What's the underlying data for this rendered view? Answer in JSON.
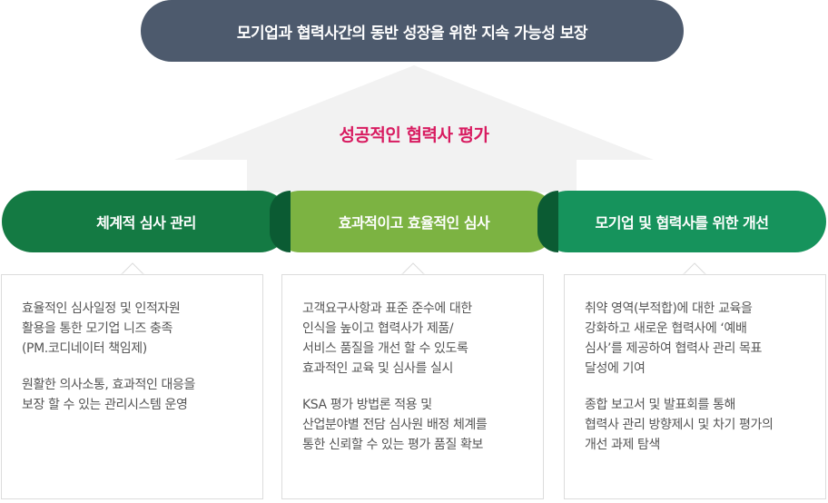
{
  "banner": {
    "text": "모기업과 협력사간의 동반 성장을 위한 지속 가능성 보장"
  },
  "center_title": "성공적인 협력사 평가",
  "pillars": [
    {
      "label": "체계적 심사 관리",
      "paragraphs": [
        "효율적인 심사일정 및 인적자원\n활용을 통한 모기업 니즈 충족\n(PM.코디네이터 책임제)",
        "원활한 의사소통, 효과적인 대응을\n보장 할 수 있는 관리시스템  운영"
      ]
    },
    {
      "label": "효과적이고 효율적인 심사",
      "paragraphs": [
        "고객요구사항과 표준 준수에 대한\n인식을 높이고 협력사가 제품/\n서비스 품질을 개선 할 수 있도록\n효과적인 교육 및 심사를 실시",
        "KSA 평가 방법론 적용 및\n산업분야별 전담 심사원 배정 체계를\n통한 신뢰할 수 있는 평가 품질 확보"
      ]
    },
    {
      "label": "모기업 및 협력사를 위한 개선",
      "paragraphs": [
        "취약 영역(부적합)에 대한 교육을\n강화하고 새로운 협력사에 ‘예배\n심사’를 제공하여 협력사 관리 목표\n달성에 기여",
        "종합 보고서 및 발표회를 통해\n협력사 관리 방향제시 및 차기 평가의\n개선 과제 탐색"
      ]
    }
  ],
  "colors": {
    "banner": "#4d5a6d",
    "arrow": "#f2f2f2",
    "title": "#d81b60",
    "pillar_1": "#147a43",
    "pillar_2": "#7cb342",
    "pillar_3": "#16935c",
    "overlap": "#0b5b33",
    "box_border": "#dcdcdc",
    "box_text": "#555555"
  }
}
